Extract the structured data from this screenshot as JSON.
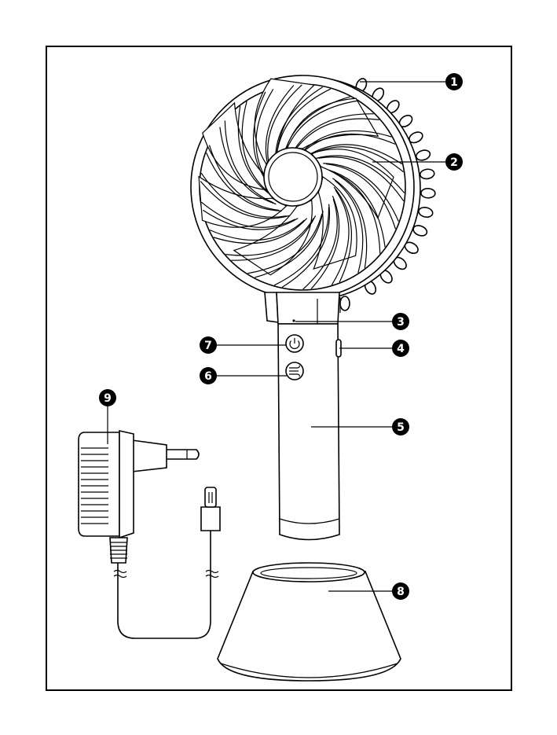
{
  "callouts": [
    {
      "number": "1",
      "part": "fan-guard"
    },
    {
      "number": "2",
      "part": "fan-blades"
    },
    {
      "number": "3",
      "part": "indicator-light"
    },
    {
      "number": "4",
      "part": "charging-port"
    },
    {
      "number": "5",
      "part": "handle"
    },
    {
      "number": "6",
      "part": "speed-button"
    },
    {
      "number": "7",
      "part": "power-button"
    },
    {
      "number": "8",
      "part": "stand"
    },
    {
      "number": "9",
      "part": "power-adapter"
    }
  ],
  "icons": {
    "power_button": "power-icon",
    "speed_button": "wind-icon",
    "cable_break": "cable-break-icon"
  },
  "colors": {
    "ink": "#000000",
    "paper": "#ffffff"
  }
}
